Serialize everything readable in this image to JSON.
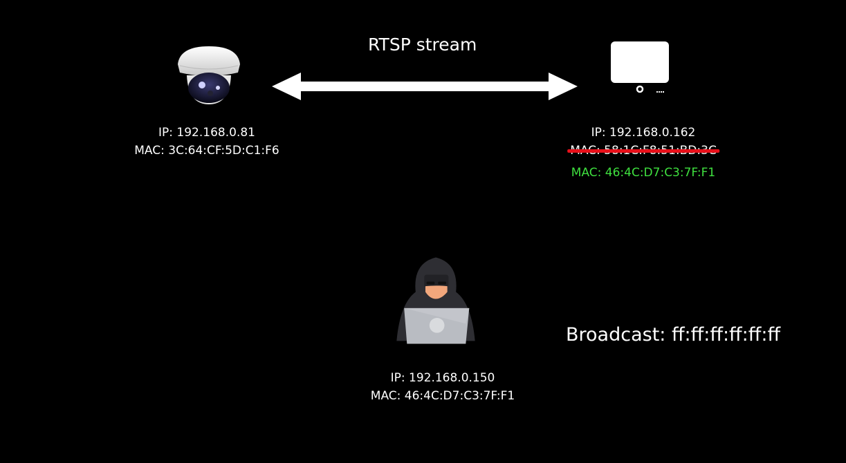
{
  "stream": {
    "label": "RTSP stream"
  },
  "camera": {
    "icon": "security-camera-icon",
    "ip": "IP: 192.168.0.81",
    "mac": "MAC: 3C:64:CF:5D:C1:F6"
  },
  "monitor": {
    "icon": "monitor-icon",
    "ip": "IP: 192.168.0.162",
    "mac_old": "MAC: 58:1C:F8:51:BD:3C",
    "mac_new": "MAC: 46:4C:D7:C3:7F:F1"
  },
  "attacker": {
    "icon": "hacker-icon",
    "ip": "IP: 192.168.0.150",
    "mac": "MAC: 46:4C:D7:C3:7F:F1"
  },
  "broadcast": {
    "label": "Broadcast: ff:ff:ff:ff:ff:ff"
  },
  "colors": {
    "strike": "#e8101a",
    "new_mac": "#3fe03f",
    "background": "#000000"
  }
}
